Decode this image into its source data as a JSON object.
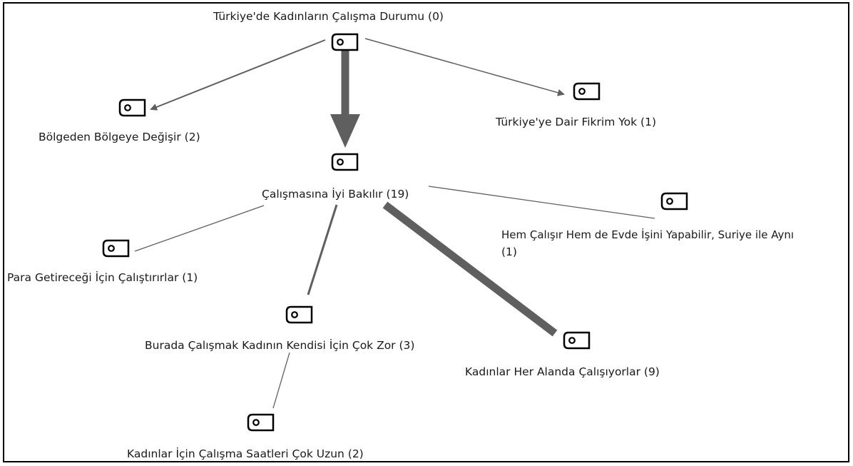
{
  "nodes": [
    {
      "id": "n0",
      "label": "Türkiye'de Kadınların Çalışma Durumu (0)"
    },
    {
      "id": "n1",
      "label": "Bölgeden Bölgeye Değişir (2)"
    },
    {
      "id": "n2",
      "label": "Türkiye'ye Dair Fikrim Yok (1)"
    },
    {
      "id": "n3",
      "label": "Çalışmasına İyi Bakılır (19)"
    },
    {
      "id": "n4",
      "label": "Hem Çalışır Hem de Evde İşini Yapabilir, Suriye ile Aynı",
      "label_line2": "(1)"
    },
    {
      "id": "n5",
      "label": "Para Getireceği İçin Çalıştırırlar (1)"
    },
    {
      "id": "n6",
      "label": "Burada Çalışmak Kadının Kendisi İçin Çok Zor (3)"
    },
    {
      "id": "n7",
      "label": "Kadınlar Her Alanda Çalışıyorlar (9)"
    },
    {
      "id": "n8",
      "label": "Kadınlar İçin Çalışma Saatleri Çok Uzun (2)"
    }
  ],
  "edges": [
    {
      "from": "n0",
      "to": "n1",
      "arrow": true
    },
    {
      "from": "n0",
      "to": "n2",
      "arrow": true
    },
    {
      "from": "n0",
      "to": "n3",
      "arrow": true
    },
    {
      "from": "n3",
      "to": "n4",
      "arrow": false
    },
    {
      "from": "n3",
      "to": "n5",
      "arrow": false
    },
    {
      "from": "n3",
      "to": "n6",
      "arrow": false
    },
    {
      "from": "n3",
      "to": "n7",
      "arrow": false
    },
    {
      "from": "n6",
      "to": "n8",
      "arrow": false
    }
  ],
  "colors": {
    "edge": "#5f5f5f",
    "icon_stroke": "#000000",
    "text": "#1a1a1a"
  },
  "icon_name": "tag-icon"
}
